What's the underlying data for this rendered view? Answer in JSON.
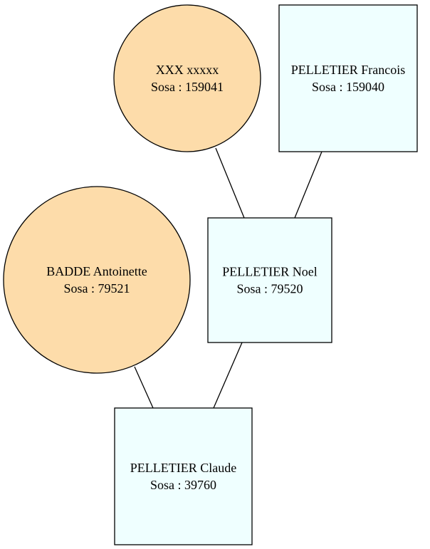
{
  "diagram": {
    "type": "genealogy-tree",
    "colors": {
      "female_fill": "#fddcaa",
      "male_fill": "#efffff",
      "stroke": "#000000",
      "background": "#ffffff"
    },
    "nodes": [
      {
        "id": "n159041",
        "shape": "circle",
        "sex": "female",
        "name": "XXX xxxxx",
        "sosa": "Sosa : 159041"
      },
      {
        "id": "n159040",
        "shape": "rect",
        "sex": "male",
        "name": "PELLETIER Francois",
        "sosa": "Sosa : 159040"
      },
      {
        "id": "n79521",
        "shape": "circle",
        "sex": "female",
        "name": "BADDE Antoinette",
        "sosa": "Sosa : 79521"
      },
      {
        "id": "n79520",
        "shape": "rect",
        "sex": "male",
        "name": "PELLETIER Noel",
        "sosa": "Sosa : 79520"
      },
      {
        "id": "n39760",
        "shape": "rect",
        "sex": "male",
        "name": "PELLETIER Claude",
        "sosa": "Sosa : 39760"
      }
    ],
    "edges": [
      {
        "from": "n159041",
        "to": "n79520"
      },
      {
        "from": "n159040",
        "to": "n79520"
      },
      {
        "from": "n79521",
        "to": "n39760"
      },
      {
        "from": "n79520",
        "to": "n39760"
      }
    ]
  }
}
